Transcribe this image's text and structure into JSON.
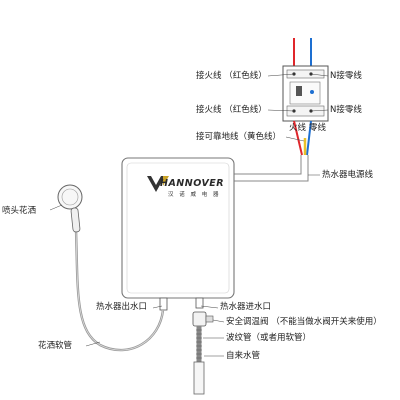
{
  "brand": {
    "name": "HANNOVER",
    "chinese": "汉 诺 威 电 器"
  },
  "labels": {
    "fire_red_top": "接火线 （红色线）",
    "neutral_top": "N接零线",
    "fire_red_mid": "接火线 （红色线）",
    "neutral_mid": "N接零线",
    "fire_short": "火线",
    "neutral_short": "零线",
    "ground": "接可靠地线（黄色线）",
    "power_cord": "热水器电源线",
    "shower_head": "喷头花洒",
    "outlet": "热水器出水口",
    "inlet": "热水器进水口",
    "safety_valve": "安全调温阀 （不能当做水阀开关来使用）",
    "corrugated": "波纹管（或者用软管）",
    "hose": "花洒软管",
    "tap_pipe": "自来水管"
  },
  "colors": {
    "red_wire": "#e0262b",
    "blue_wire": "#1d6fd1",
    "yellow_wire": "#e8c12a",
    "body_outline": "#777777"
  }
}
